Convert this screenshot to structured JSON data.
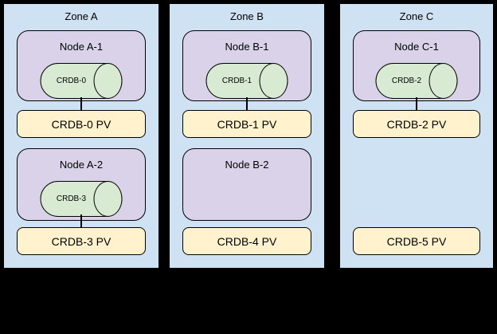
{
  "colors": {
    "canvas_bg": "#000000",
    "zone_fill": "#cfe2f3",
    "node_fill": "#d9d2e9",
    "pod_fill": "#d9ead3",
    "pv_fill": "#fff2cc",
    "outline": "#000000"
  },
  "zones": [
    {
      "title": "Zone A",
      "node1": {
        "label": "Node A-1",
        "pod": "CRDB-0"
      },
      "pv1": "CRDB-0 PV",
      "node2": {
        "label": "Node A-2",
        "pod": "CRDB-3"
      },
      "pv2": "CRDB-3 PV"
    },
    {
      "title": "Zone B",
      "node1": {
        "label": "Node B-1",
        "pod": "CRDB-1"
      },
      "pv1": "CRDB-1 PV",
      "node2": {
        "label": "Node B-2"
      },
      "pv2": "CRDB-4 PV"
    },
    {
      "title": "Zone C",
      "node1": {
        "label": "Node C-1",
        "pod": "CRDB-2"
      },
      "pv1": "CRDB-2 PV",
      "pv2": "CRDB-5 PV"
    }
  ]
}
